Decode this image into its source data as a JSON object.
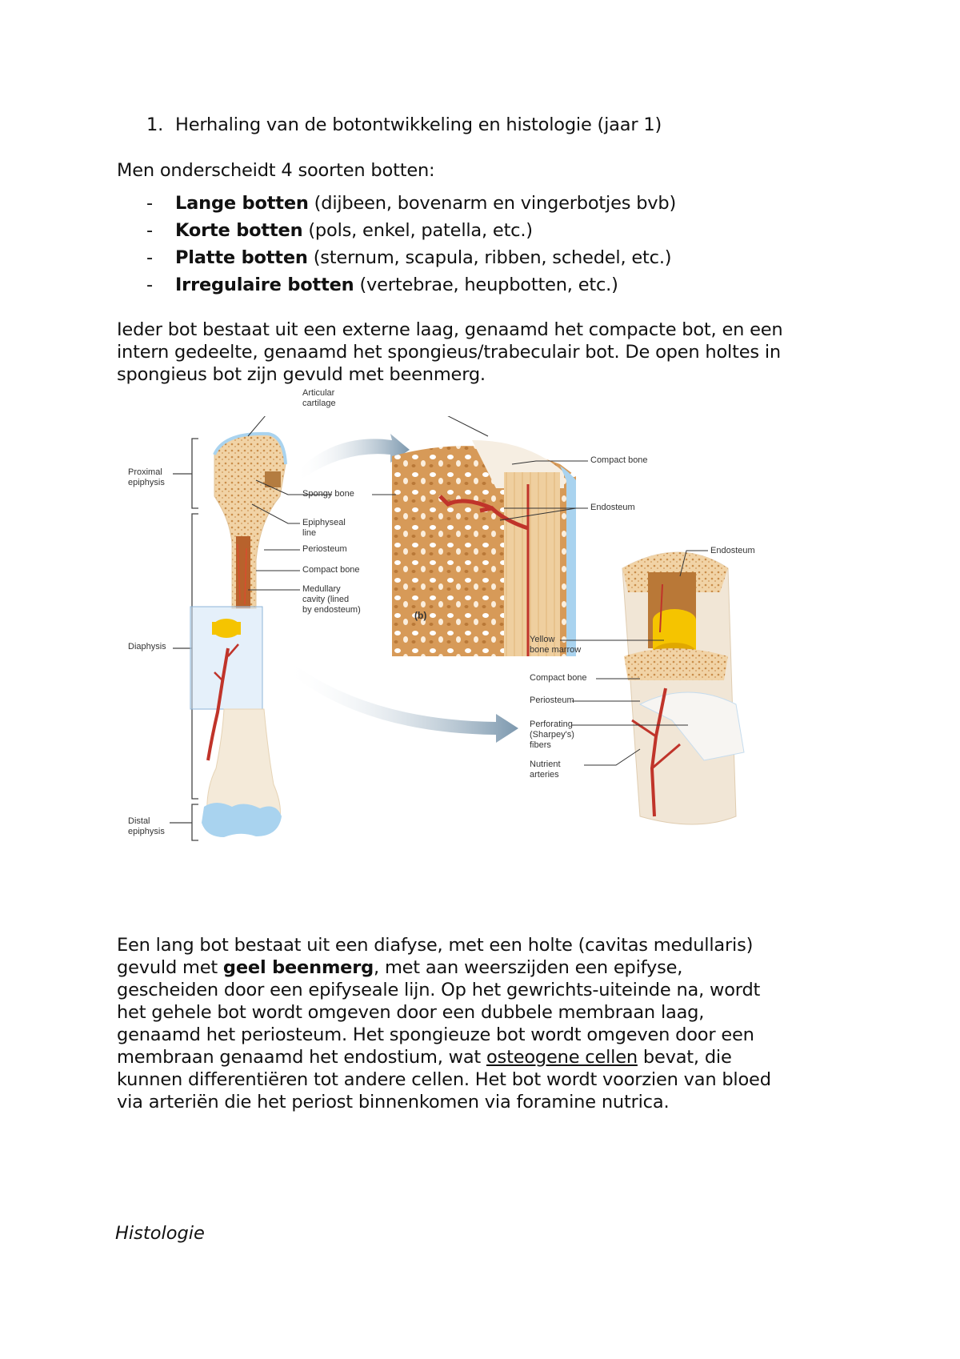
{
  "heading": {
    "number": "1.",
    "text": "Herhaling van de botontwikkeling en histologie (jaar 1)"
  },
  "intro": "Men onderscheidt 4 soorten botten:",
  "bone_types": [
    {
      "dash": "-",
      "name": "Lange botten",
      "examples": " (dijbeen, bovenarm en vingerbotjes bvb)"
    },
    {
      "dash": "-",
      "name": "Korte botten",
      "examples": " (pols, enkel, patella, etc.)"
    },
    {
      "dash": "-",
      "name": "Platte botten",
      "examples": " (sternum, scapula, ribben, schedel, etc.)"
    },
    {
      "dash": "-",
      "name": "Irregulaire botten",
      "examples": " (vertebrae, heupbotten, etc.)"
    }
  ],
  "paragraph1": [
    "Ieder bot bestaat uit een externe laag, genaamd het compacte bot, en een",
    "intern gedeelte, genaamd het spongieus/trabeculair bot. De open holtes in",
    "spongieus bot zijn gevuld met beenmerg."
  ],
  "figure": {
    "labels": {
      "articular_cartilage": [
        "Articular",
        "cartilage"
      ],
      "proximal_epiphysis": [
        "Proximal",
        "epiphysis"
      ],
      "spongy_bone": "Spongy bone",
      "epiphyseal_line": [
        "Epiphyseal",
        "line"
      ],
      "periosteum": "Periosteum",
      "compact_bone": "Compact bone",
      "medullary_cavity": [
        "Medullary",
        "cavity (lined",
        "by endosteum)"
      ],
      "panel_b": "(b)",
      "diaphysis": "Diaphysis",
      "distal_epiphysis": [
        "Distal",
        "epiphysis"
      ],
      "compact_bone_b": "Compact bone",
      "endosteum_b": "Endosteum",
      "endosteum_c": "Endosteum",
      "yellow_bone_marrow": [
        "Yellow",
        "bone marrow"
      ],
      "compact_bone_c": "Compact bone",
      "periosteum_c": "Periosteum",
      "perforating_fibers": [
        "Perforating",
        "(Sharpey's)",
        "fibers"
      ],
      "nutrient_arteries": [
        "Nutrient",
        "arteries"
      ]
    },
    "colors": {
      "bone": "#f1d3a6",
      "spongy": "#d9a060",
      "cartilage": "#a9d3ef",
      "marrow_yellow": "#f5c400",
      "artery": "#c0342a",
      "arrow": "#8fa9bd"
    }
  },
  "paragraph2": {
    "lines": [
      {
        "parts": [
          {
            "t": "Een lang bot bestaat uit een diafyse, met een holte (cavitas medullaris)"
          }
        ]
      },
      {
        "parts": [
          {
            "t": "gevuld met "
          },
          {
            "t": "geel beenmerg",
            "bold": true
          },
          {
            "t": ", met aan weerszijden een epifyse,"
          }
        ]
      },
      {
        "parts": [
          {
            "t": "gescheiden door een epifyseale lijn. Op het gewrichts-uiteinde na, wordt"
          }
        ]
      },
      {
        "parts": [
          {
            "t": "het gehele bot wordt omgeven door een dubbele membraan laag,"
          }
        ]
      },
      {
        "parts": [
          {
            "t": "genaamd het periosteum. Het spongieuze bot wordt omgeven door een"
          }
        ]
      },
      {
        "parts": [
          {
            "t": "membraan genaamd het endostium, wat "
          },
          {
            "t": "osteogene cellen",
            "underline": true
          },
          {
            "t": " bevat, die"
          }
        ]
      },
      {
        "parts": [
          {
            "t": "kunnen differentiëren tot andere cellen. Het bot wordt voorzien van bloed"
          }
        ]
      },
      {
        "parts": [
          {
            "t": "via arteriën die het periost binnenkomen via foramine nutrica."
          }
        ]
      }
    ]
  },
  "subheading": "Histologie"
}
